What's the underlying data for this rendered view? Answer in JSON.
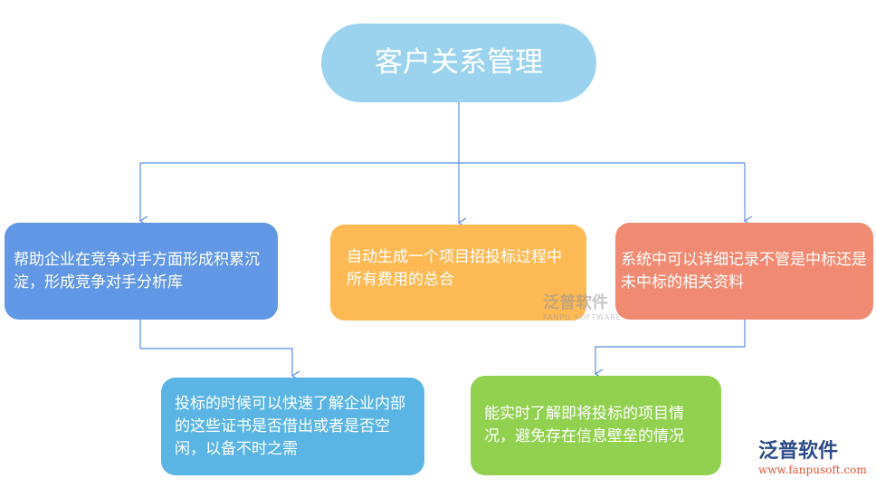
{
  "title": "客户关系管理",
  "nodes": [
    {
      "text": "帮助企业在竞争对手方面形成积累沉淀，形成竞争对手分析库",
      "color": "#6197e4"
    },
    {
      "text": "自动生成一个项目招投标过程中所有费用的总合",
      "color": "#fdb954"
    },
    {
      "text": "系统中可以详细记录不管是中标还是未中标的相关资料",
      "color": "#f08a72"
    },
    {
      "text": "投标的时候可以快速了解企业内部的这些证书是否借出或者是否空闲，以备不时之需",
      "color": "#5ab4e4"
    },
    {
      "text": "能实时了解即将投标的项目情况，避免存在信息壁垒的情况",
      "color": "#92d050"
    }
  ],
  "title_color": "#9bd3ee",
  "connector_color": "#5b8ee6",
  "watermark": {
    "name": "泛普软件",
    "sub": "FANPU SOFTWARE"
  },
  "logo": {
    "name": "泛普软件",
    "url": "www.fanpusoft.com"
  }
}
